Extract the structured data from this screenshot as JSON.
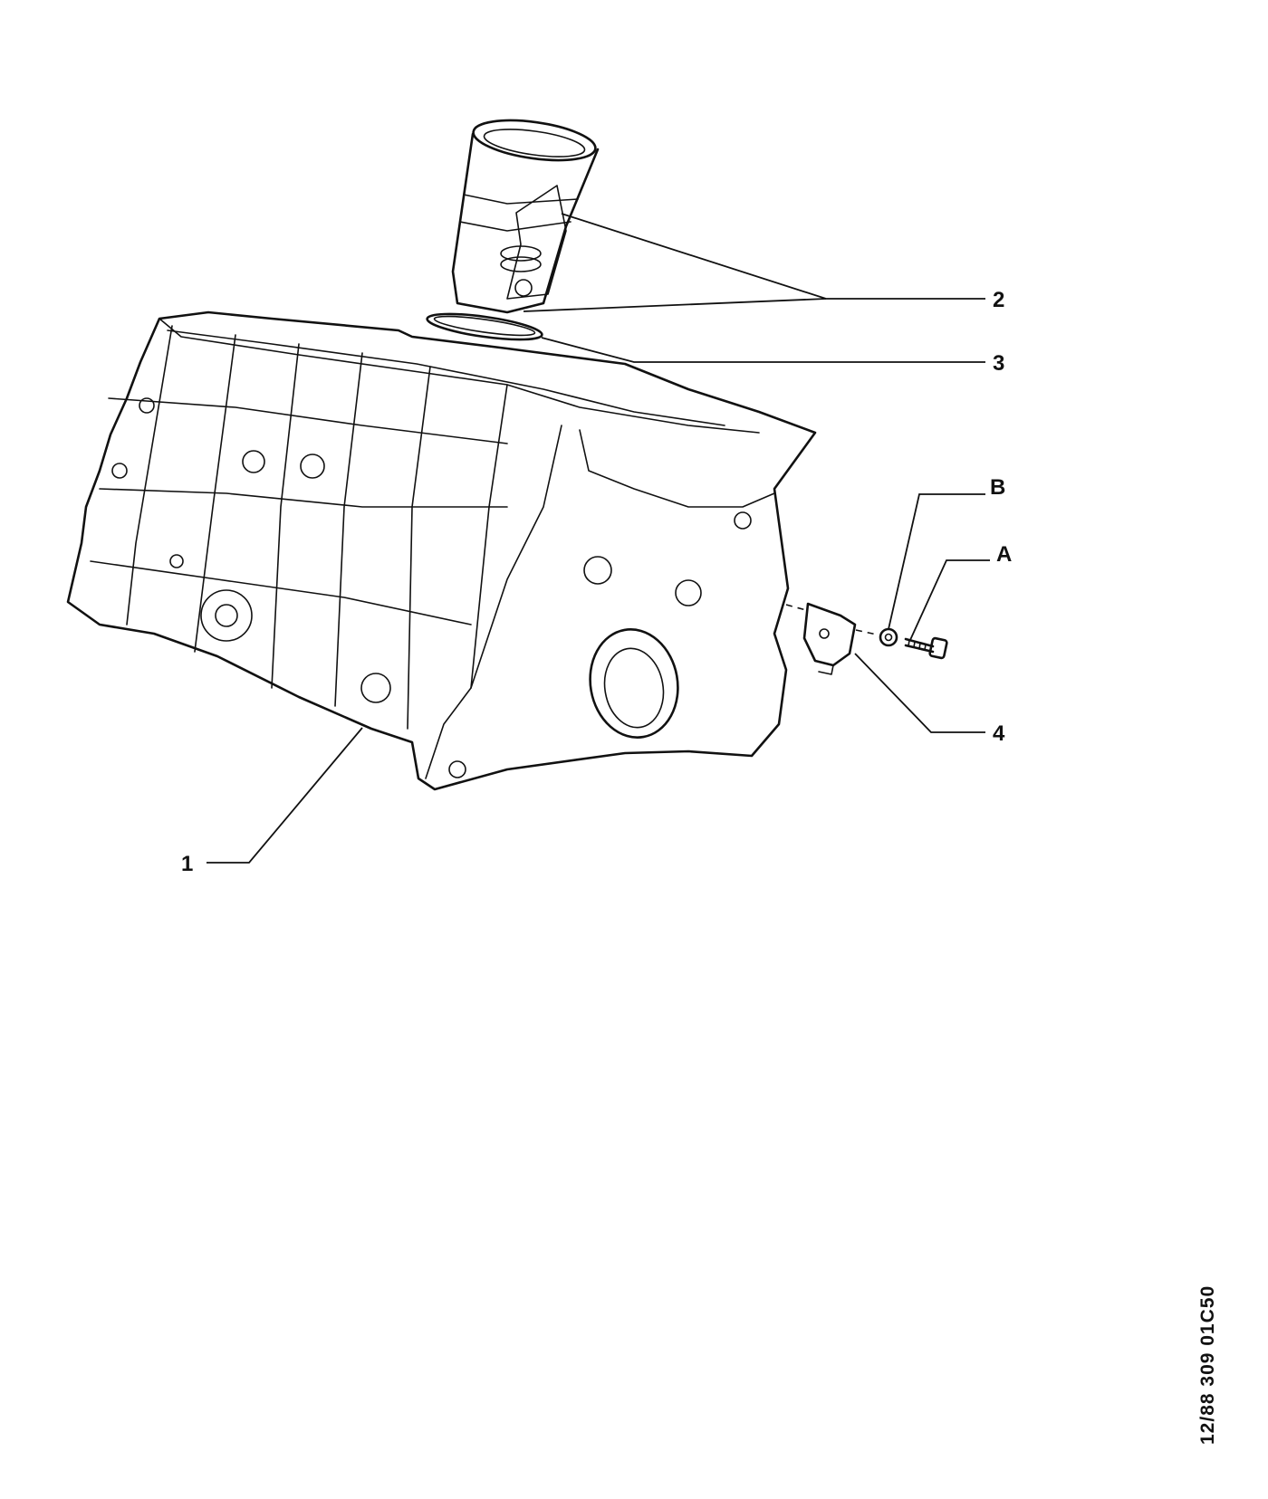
{
  "callouts": {
    "c1": "1",
    "c2": "2",
    "c3": "3",
    "c4": "4",
    "cA": "A",
    "cB": "B"
  },
  "reference_code": "12/88 309 01C50",
  "colors": {
    "ink": "#111111",
    "paper": "#ffffff"
  }
}
